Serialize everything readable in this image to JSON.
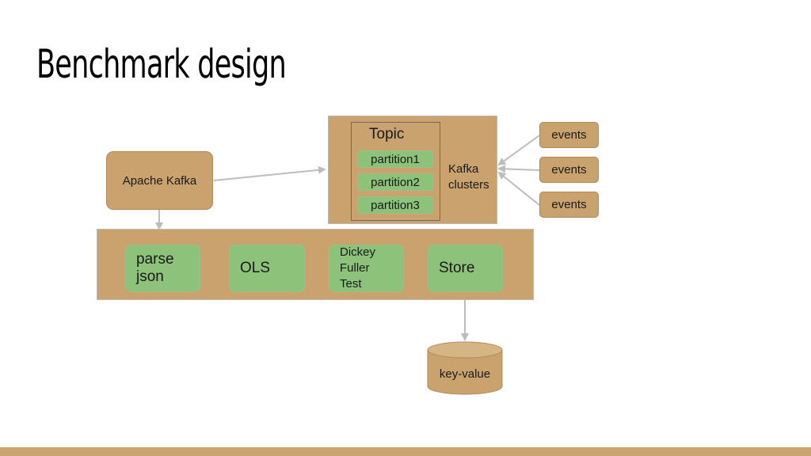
{
  "title": "Benchmark design",
  "nodes": {
    "apache_kafka": "Apache Kafka",
    "topic": "Topic",
    "partitions": [
      "partition1",
      "partition2",
      "partition3"
    ],
    "kafka_clusters": "Kafka clusters",
    "events": [
      "events",
      "events",
      "events"
    ],
    "pipeline": [
      "parse json",
      "OLS",
      "Dickey Fuller Test",
      "Store"
    ],
    "key_value": "key-value"
  },
  "colors": {
    "tan": "#c9a26e",
    "green": "#8dc27b",
    "arrow": "#bdbdbd",
    "bottom_bar": "#c9a46e"
  }
}
